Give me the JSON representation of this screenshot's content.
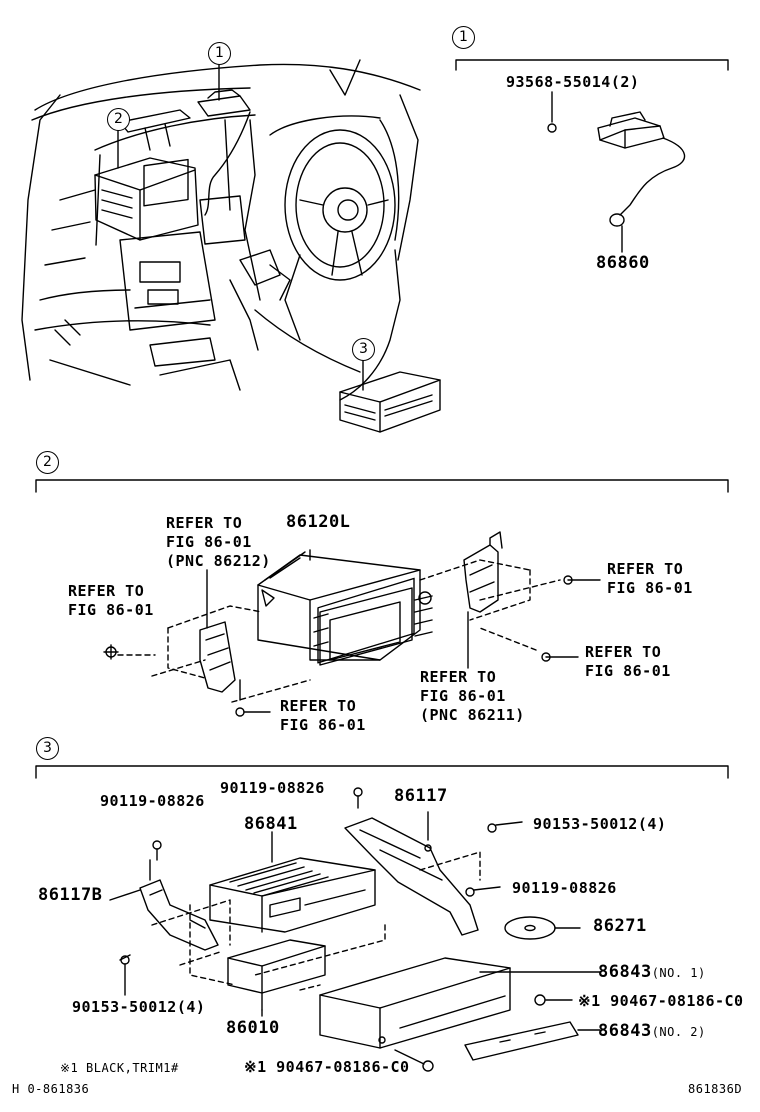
{
  "callouts": {
    "c1": "1",
    "c2": "2",
    "c3": "3",
    "s1": "1",
    "s2": "2",
    "s3": "3"
  },
  "section1": {
    "bolt": "93568-55014(2)",
    "antenna": "86860"
  },
  "section2": {
    "unit": "86120L",
    "ref_top_left": [
      "REFER TO",
      "FIG 86-01",
      "(PNC 86212)"
    ],
    "ref_left": [
      "REFER TO",
      "FIG 86-01"
    ],
    "ref_bottom_left": [
      "REFER TO",
      "FIG 86-01"
    ],
    "ref_top_right": [
      "REFER TO",
      "FIG 86-01"
    ],
    "ref_right": [
      "REFER TO",
      "FIG 86-01"
    ],
    "ref_bottom_right": [
      "REFER TO",
      "FIG 86-01",
      "(PNC 86211)"
    ]
  },
  "section3": {
    "screw_top_left": "90119-08826",
    "screw_top_mid": "90119-08826",
    "bracket_right": "86117",
    "changer": "86841",
    "screw_right_top": "90153-50012(4)",
    "bracket_left": "86117B",
    "screw_right_mid": "90119-08826",
    "disc": "86271",
    "case": "86843",
    "case_note": "(NO. 1)",
    "screw_right_low": "※1 90467-08186-C0",
    "cover": "86843",
    "cover_note": "(NO. 2)",
    "screw_left_low": "90153-50012(4)",
    "unit_box": "86010",
    "screw_bottom": "※1 90467-08186-C0"
  },
  "footer": {
    "note": "※1 BLACK,TRIM1#",
    "left_code": "H  0-861836",
    "right_code": "861836D"
  }
}
